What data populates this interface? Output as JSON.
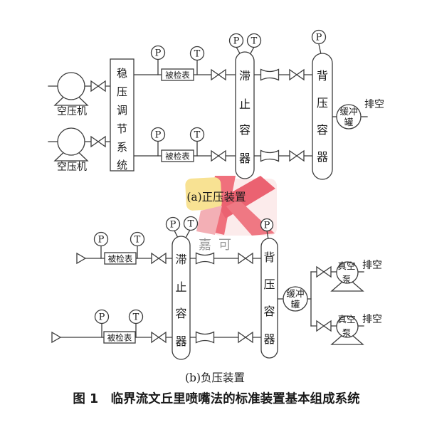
{
  "title_caption": "图 1　临界流文丘里喷嘴法的标准装置基本组成系统",
  "sub_caption_a": "(a)正压装置",
  "sub_caption_b": "(b)负压装置",
  "gauge": {
    "p": "P",
    "t": "T"
  },
  "labels": {
    "air_compressor": "空压机",
    "regulator": "稳压调节系统",
    "regulator_chars": [
      "稳",
      "压",
      "调",
      "节",
      "系",
      "统"
    ],
    "meter_under_test": "被检表",
    "stagnation_vessel": "滞止容器",
    "stagnation_chars": [
      "滞",
      "止",
      "容",
      "器"
    ],
    "back_pressure_vessel": "背压容器",
    "back_pressure_chars": [
      "背",
      "压",
      "容",
      "器"
    ],
    "buffer_tank": "缓冲罐",
    "buffer_tank_lines": [
      "缓冲",
      "罐"
    ],
    "vacuum_pump": "真空泵",
    "vacuum_pump_lines": [
      "真空",
      "泵"
    ],
    "vent": "排空"
  },
  "watermark": {
    "chars": [
      "嘉",
      "可"
    ],
    "colors": {
      "red": "#e94d5e",
      "yellow": "#f8df85",
      "pink": "#f2a4ab",
      "wash": "#f7d6d6",
      "text": "#8c8c8c"
    }
  },
  "colors": {
    "background": "#ffffff",
    "line": "#3b3b3b",
    "text": "#1a1a1a"
  }
}
